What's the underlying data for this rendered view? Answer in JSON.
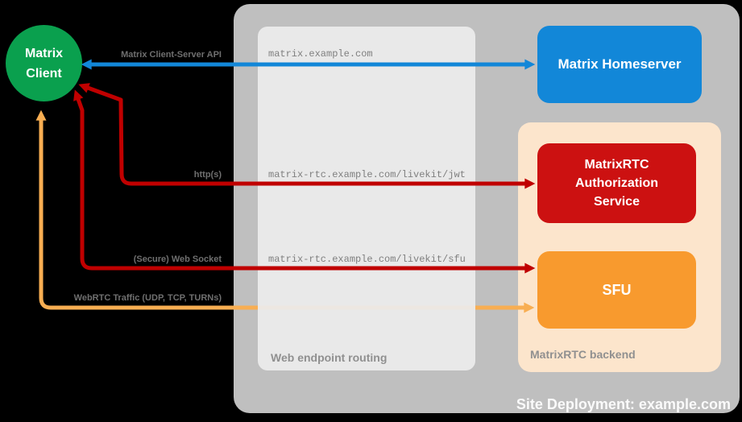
{
  "colors": {
    "background": "#000000",
    "outer_container": "#BFBFBF",
    "routing_panel": "#E8E8E8",
    "backend_panel": "#FCE5CC",
    "client_green": "#0AA04E",
    "homeserver_blue": "#1287D8",
    "auth_red": "#CC1111",
    "sfu_orange": "#F89A2E",
    "arrow_red": "#C00000",
    "arrow_orange": "#F8AE52",
    "arrow_label_gray": "#6F6F6F",
    "endpoint_text_gray": "#7F7F7F",
    "panel_label_gray": "#909090",
    "deployment_label_white": "#FAFAFA"
  },
  "client": {
    "line1": "Matrix",
    "line2": "Client"
  },
  "homeserver": {
    "label": "Matrix Homeserver"
  },
  "backend": {
    "label": "MatrixRTC backend",
    "auth": {
      "line1": "MatrixRTC",
      "line2": "Authorization",
      "line3": "Service"
    },
    "sfu": {
      "label": "SFU"
    }
  },
  "routing": {
    "label": "Web endpoint routing",
    "endpoints": [
      "matrix.example.com",
      "matrix-rtc.example.com/livekit/jwt",
      "matrix-rtc.example.com/livekit/sfu"
    ]
  },
  "arrows": {
    "client_server_api": {
      "label": "Matrix Client-Server API"
    },
    "https": {
      "label": "http(s)"
    },
    "websocket": {
      "label": "(Secure) Web Socket"
    },
    "webrtc": {
      "label": "WebRTC Traffic (UDP, TCP, TURNs)"
    }
  },
  "deployment": {
    "label": "Site Deployment: example.com"
  }
}
